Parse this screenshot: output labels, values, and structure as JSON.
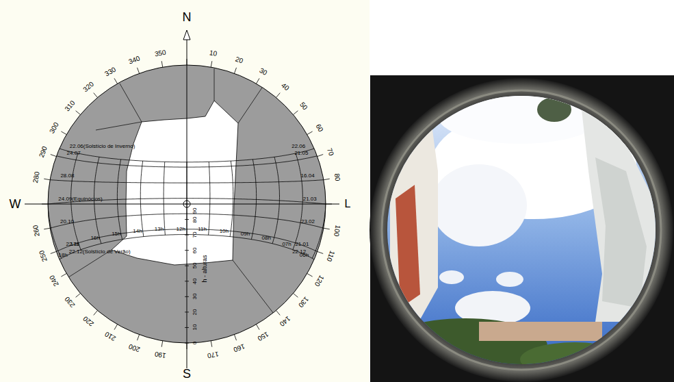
{
  "diagram": {
    "labels": [
      "N",
      "S",
      "W",
      "L",
      "10",
      "20",
      "30",
      "40",
      "50",
      "60",
      "70",
      "80",
      "100",
      "110",
      "120",
      "130",
      "140",
      "150",
      "160",
      "170",
      "190",
      "200",
      "210",
      "220",
      "230",
      "240",
      "250",
      "260",
      "280",
      "290",
      "300",
      "310",
      "320",
      "330",
      "340",
      "350",
      "22.06",
      "21.05",
      "16.04",
      "21.03",
      "23.02",
      "21.01",
      "22.12",
      "22.06(Solstício de Inverno)",
      "24.07",
      "28.08",
      "24.09(Equinócios)",
      "20.10",
      "22.11",
      "22.12(Solstício de Verão)",
      "18h",
      "17h",
      "16h",
      "15h",
      "14h",
      "13h",
      "12h",
      "11h",
      "10h",
      "09h",
      "08h",
      "07h",
      "06h",
      "90",
      "80",
      "70",
      "60",
      "50",
      "40",
      "30",
      "20",
      "10",
      "0",
      "h - alturas"
    ]
  }
}
